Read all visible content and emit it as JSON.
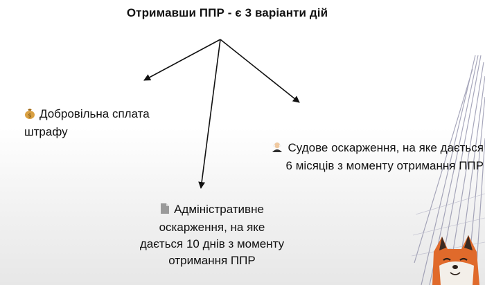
{
  "title": "Отримавши ППР - є 3 варіанти дій",
  "options": [
    {
      "id": "voluntary",
      "icon": "money-bag-icon",
      "lines": [
        "Добровільна сплата",
        "штрафу"
      ]
    },
    {
      "id": "court",
      "icon": "judge-icon",
      "lines": [
        "Судове оскарження, на яке дається",
        "6 місяців з моменту отримання ППР"
      ]
    },
    {
      "id": "administrative",
      "icon": "document-icon",
      "lines": [
        "Адміністративне",
        "оскарження, на яке",
        "дається 10 днів з моменту",
        "отримання ППР"
      ]
    }
  ],
  "colors": {
    "arrow": "#111111",
    "decor_line": "#8a8aa5",
    "fox_orange": "#e06a2b"
  }
}
